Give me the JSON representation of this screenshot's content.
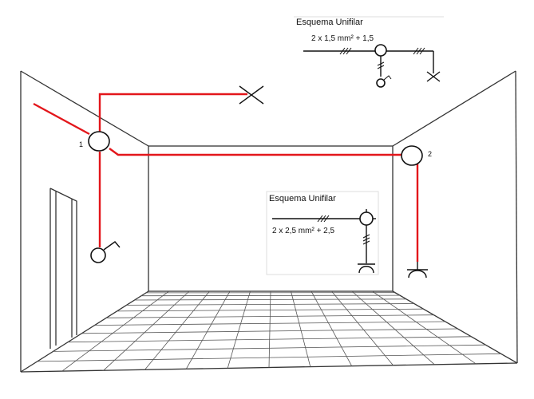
{
  "room": {
    "switch_1_label": "1",
    "switch_2_label": "2"
  },
  "schema_top": {
    "title": "Esquema Unifilar",
    "spec": "2  x  1,5  mm²  +  1,5"
  },
  "schema_mid": {
    "title": "Esquema Unifilar",
    "spec": "2  x  2,5  mm²  +  2,5"
  },
  "colors": {
    "wire": "#e3161b",
    "lines": "#111111",
    "walls": "#333333"
  }
}
